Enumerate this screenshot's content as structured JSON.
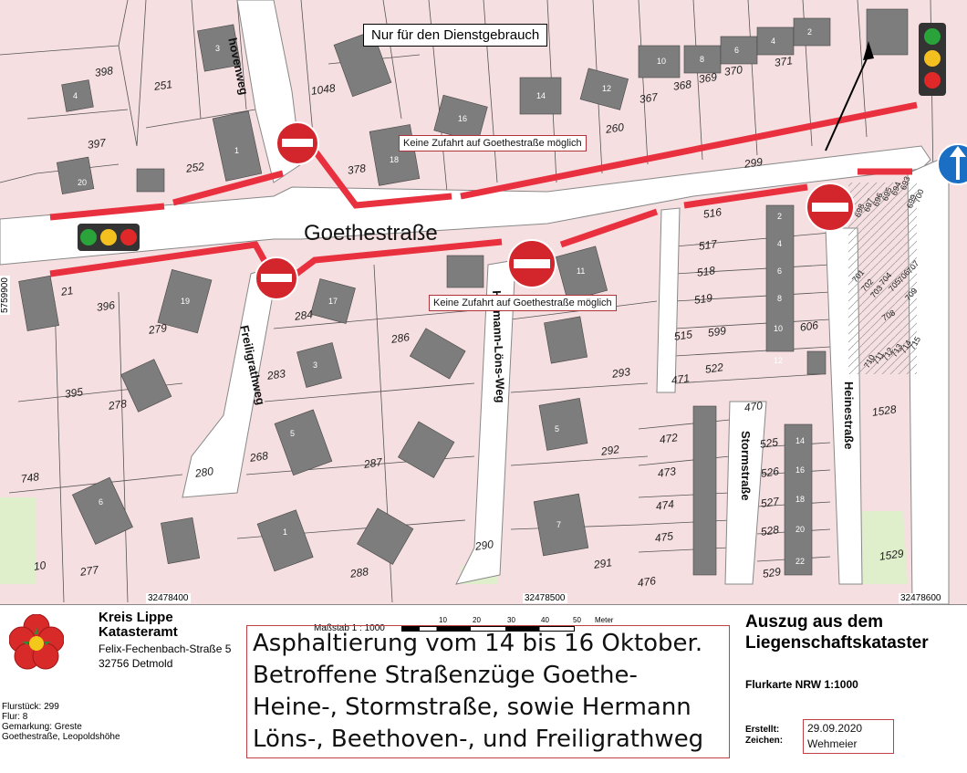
{
  "map": {
    "notice": "Nur für den Dienstgebrauch",
    "streets": {
      "goethe": "Goethestraße",
      "beethoven": "hovenweg",
      "freiligrath": "Freiligrathweg",
      "hermann": "Hermann-Löns-Weg",
      "storm": "Stormstraße",
      "heine": "Heinestraße"
    },
    "notes": {
      "north": "Keine Zufahrt auf Goethestraße möglich",
      "south": "Keine Zufahrt auf Goethestraße möglich"
    },
    "coords": {
      "x1": "32478400",
      "x2": "32478500",
      "x3": "32478600",
      "y1": "5759900"
    },
    "parcels": [
      "398",
      "251",
      "1048",
      "367",
      "368",
      "369",
      "370",
      "371",
      "397",
      "252",
      "378",
      "260",
      "299",
      "516",
      "517",
      "518",
      "519",
      "515",
      "599",
      "606",
      "522",
      "471",
      "470",
      "21",
      "396",
      "279",
      "284",
      "286",
      "293",
      "395",
      "278",
      "283",
      "292",
      "1528",
      "748",
      "268",
      "287",
      "280",
      "472",
      "473",
      "474",
      "475",
      "525",
      "526",
      "527",
      "528",
      "529",
      "1529",
      "277",
      "288",
      "290",
      "291",
      "476",
      "10",
      "693",
      "694",
      "695",
      "696",
      "697",
      "698",
      "699",
      "700",
      "701",
      "702",
      "703",
      "704",
      "705",
      "706",
      "707",
      "708",
      "709",
      "710",
      "711",
      "712",
      "713",
      "714",
      "715"
    ],
    "house_numbers": [
      "4",
      "20",
      "1",
      "18",
      "16",
      "14",
      "12",
      "10",
      "8",
      "6",
      "4",
      "2",
      "3",
      "19",
      "17",
      "11",
      "2",
      "4",
      "6",
      "8",
      "10",
      "12",
      "14",
      "16",
      "18",
      "20",
      "22",
      "5",
      "7",
      "1",
      "3",
      "5",
      "6"
    ]
  },
  "legend": {
    "authority_name": "Kreis Lippe",
    "authority_dept": "Katasteramt",
    "address_street": "Felix-Fechenbach-Straße 5",
    "address_city": "32756 Detmold",
    "flurstueck": "Flurstück: 299",
    "flur": "Flur: 8",
    "gemarkung": "Gemarkung: Greste",
    "location": "Goethestraße, Leopoldshöhe",
    "scale_label": "Maßstab 1 : 1000",
    "scale_ticks": [
      "10",
      "20",
      "30",
      "40",
      "50"
    ],
    "scale_unit": "Meter",
    "title_line1": "Auszug aus dem",
    "title_line2": "Liegenschaftskataster",
    "subtitle": "Flurkarte NRW 1:1000",
    "created_label": "Erstellt:",
    "drawn_label": "Zeichen:",
    "created_value": "29.09.2020",
    "drawn_value": "Wehmeier",
    "announcement": {
      "line1": "Asphaltierung vom 14 bis 16 Oktober.",
      "line2": "Betroffene Straßenzüge Goethe-",
      "line3": "Heine-, Stormstraße, sowie Hermann",
      "line4": "Löns-, Beethoven-, und Freiligrathweg"
    }
  },
  "colors": {
    "parcel": "#f6dfe1",
    "building": "#7d7d7d",
    "road": "#ffffff",
    "closure": "#e8303f",
    "green": "#dfeecb",
    "sign_red": "#d2262c",
    "arrow_blue": "#1a6fc4"
  }
}
